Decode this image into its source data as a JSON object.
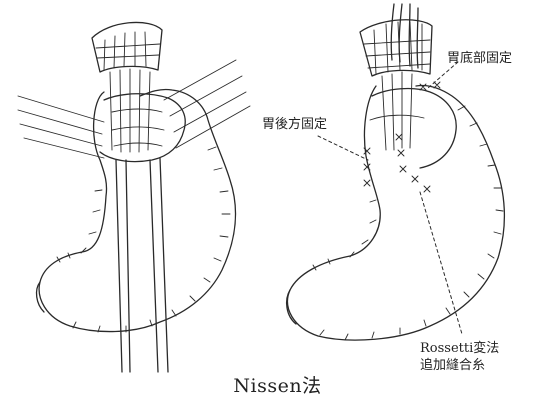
{
  "labels": {
    "fundus_fixation": "胃底部固定",
    "posterior_fixation": "胃後方固定",
    "rossetti_line1": "Rossetti変法",
    "rossetti_line2": "追加縫合糸"
  },
  "caption": "Nissen法",
  "colors": {
    "ink": "#2a2a2a",
    "background": "#ffffff"
  }
}
